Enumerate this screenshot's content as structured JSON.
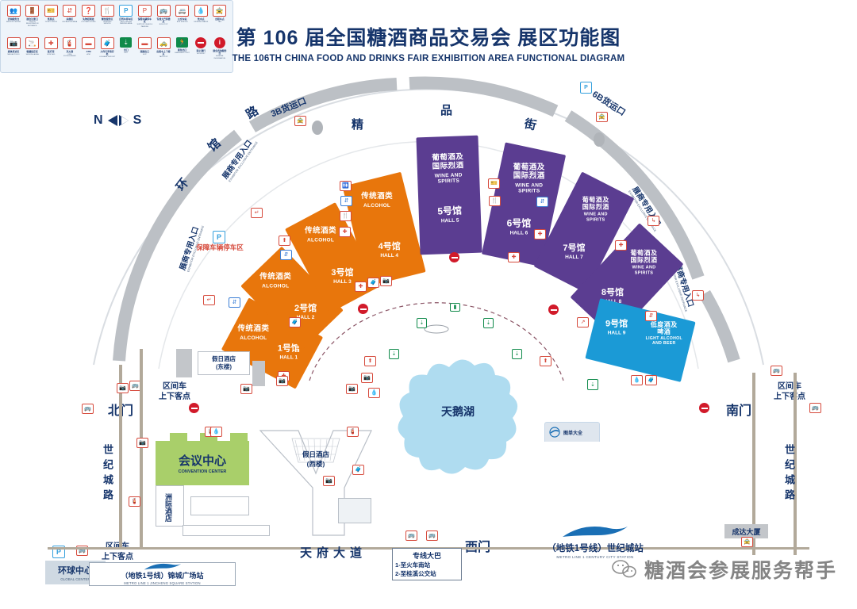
{
  "title": {
    "cn": "第 106 届全国糖酒商品交易会  展区功能图",
    "en": "THE 106TH CHINA FOOD AND DRINKS FAIR  EXHIBITION AREA FUNCTIONAL DIAGRAM"
  },
  "compass": {
    "left": "N",
    "right": "S"
  },
  "arcs": {
    "ring_road": [
      "环",
      "馆",
      "路"
    ],
    "boutique_street": [
      "精",
      "品",
      "街"
    ]
  },
  "freight": {
    "gate_3b": "3B货运口",
    "gate_6b": "6B货运口"
  },
  "entrances": [
    {
      "cn": "展商专用入口",
      "en": "EXHIBITOR EXCLUSIVE ENTRANCE"
    },
    {
      "cn": "展商专用入口",
      "en": "EXHIBITOR EXCLUSIVE ENTRANCE"
    },
    {
      "cn": "展商专用入口",
      "en": "EXHIBITOR EXCLUSIVE ENTRANCE"
    },
    {
      "cn": "展商专用入口",
      "en": "EXHIBITOR EXCLUSIVE ENTRANCE"
    }
  ],
  "parking_reserved": {
    "cn": "保障车辆停车区",
    "icon": "P"
  },
  "halls": [
    {
      "no": "1号馆",
      "no_en": "HALL 1",
      "cat_cn": "传统酒类",
      "cat_en": "ALCOHOL",
      "color": "#E8760C"
    },
    {
      "no": "2号馆",
      "no_en": "HALL 2",
      "cat_cn": "传统酒类",
      "cat_en": "ALCOHOL",
      "color": "#E8760C"
    },
    {
      "no": "3号馆",
      "no_en": "HALL 3",
      "cat_cn": "传统酒类",
      "cat_en": "ALCOHOL",
      "color": "#E8760C"
    },
    {
      "no": "4号馆",
      "no_en": "HALL 4",
      "cat_cn": "传统酒类",
      "cat_en": "ALCOHOL",
      "color": "#E8760C"
    },
    {
      "no": "5号馆",
      "no_en": "HALL 5",
      "cat_cn": "葡萄酒及\n国际烈酒",
      "cat_en": "WINE AND\nSPIRITS",
      "color": "#5B3D91"
    },
    {
      "no": "6号馆",
      "no_en": "HALL 6",
      "cat_cn": "葡萄酒及\n国际烈酒",
      "cat_en": "WINE AND\nSPIRITS",
      "color": "#5B3D91"
    },
    {
      "no": "7号馆",
      "no_en": "HALL 7",
      "cat_cn": "葡萄酒及\n国际烈酒",
      "cat_en": "WINE AND\nSPIRITS",
      "color": "#5B3D91"
    },
    {
      "no": "8号馆",
      "no_en": "HALL 8",
      "cat_cn": "葡萄酒及\n国际烈酒",
      "cat_en": "WINE AND\nSPIRITS",
      "color": "#5B3D91"
    },
    {
      "no": "9号馆",
      "no_en": "HALL 9",
      "cat_cn": "低度酒及\n啤酒",
      "cat_en": "LIGHT ALCOHOL\nAND BEER",
      "color": "#1B9AD6"
    }
  ],
  "lake": {
    "name": "天鹅湖"
  },
  "gates": {
    "north": "北门",
    "south": "南门",
    "west": "西门"
  },
  "shuttle_stops": [
    {
      "cn": "区间车\n上下客点"
    },
    {
      "cn": "区间车\n上下客点"
    },
    {
      "cn": "区间车\n上下客点"
    }
  ],
  "buildings": {
    "convention_center": {
      "cn": "会议中心",
      "en": "CONVENTION CENTER"
    },
    "intercontinental": {
      "cn": "洲际酒店"
    },
    "holiday_inn_east": {
      "cn": "假日酒店\n(东楼)"
    },
    "holiday_inn_west": {
      "cn": "假日酒店\n(西楼)"
    },
    "chengda": {
      "cn": "成达大厦"
    },
    "global_center": {
      "cn": "环球中心",
      "en": "GLOBAL CENTER"
    }
  },
  "roads": {
    "tianfu_avenue": "天府大道",
    "century_city_road_left": "世纪城路",
    "century_city_road_right": "世纪城路"
  },
  "metro": [
    {
      "cn": "（地铁1号线）锦城广场站",
      "en": "METRO LINE 1  JINCHENG SQUARE STATION"
    },
    {
      "cn": "（地铁1号线）世纪城站",
      "en": "METRO LINE 1  CENTURY CITY STATION"
    }
  ],
  "shuttle_bus_box": {
    "title": "专线大巴",
    "lines": [
      "1-至火车南站",
      "2-至桂溪公交站"
    ]
  },
  "legend": {
    "header": {
      "cn": "图单大全",
      "icon": "swoosh-icon"
    },
    "row1": [
      {
        "icon": "info-desk-icon",
        "cn": "咨询服务台",
        "en": "SERVICE CENTER"
      },
      {
        "icon": "registration-icon",
        "cn": "展会注册口",
        "en": "VISITOR REGISTRATION ENTRANCE"
      },
      {
        "icon": "ticket-icon",
        "cn": "售票点",
        "en": "TICKET OFFICE"
      },
      {
        "icon": "escalator-icon",
        "cn": "扶梯区",
        "en": "ESCALATOR AREA"
      },
      {
        "icon": "lost-found-icon",
        "cn": "失物招领处",
        "en": "LOST AND FOUND"
      },
      {
        "icon": "restaurant-icon",
        "cn": "餐饮服务区",
        "en": "CATERING SERVICE"
      },
      {
        "icon": "parking-blue-icon",
        "cn": "自驾车停车区",
        "en": "SELF-DRIVING PARKING AREA"
      },
      {
        "icon": "parking-red-icon",
        "cn": "保障车辆停车区",
        "en": "SUPPORT VEHICLE PARKING"
      },
      {
        "icon": "coach-icon",
        "cn": "专线大巴停靠点",
        "en": "BUS STOP"
      },
      {
        "icon": "shuttle-icon",
        "cn": "公交车站",
        "en": "BUS STATION"
      },
      {
        "icon": "water-icon",
        "cn": "饮水点",
        "en": "DRINKING WATER"
      },
      {
        "icon": "taxi-icon",
        "cn": "出租车点",
        "en": "TAXI"
      }
    ],
    "row2": [
      {
        "icon": "media-icon",
        "cn": "媒体采访区",
        "en": "MEDIA STUDIO"
      },
      {
        "icon": "smoking-icon",
        "cn": "吸烟指定区",
        "en": "SMOKING AREA"
      },
      {
        "icon": "firstaid-icon",
        "cn": "医疗室",
        "en": "FIRST AID"
      },
      {
        "icon": "fire-extinguisher-icon",
        "cn": "灭火器",
        "en": "FIRE EXTINGUISHER"
      },
      {
        "icon": "atm-icon",
        "cn": "ATM",
        "en": "ATM"
      },
      {
        "icon": "luggage-icon",
        "cn": "大件行李寄存处",
        "en": "LUGGAGE DEPOSIT"
      },
      {
        "icon": "exit-green-icon",
        "cn": "出口",
        "en": "EXIT"
      },
      {
        "icon": "wifi-icon",
        "cn": "观展出口",
        "en": "EXIT"
      },
      {
        "icon": "pickup-icon",
        "cn": "出租车上下客点",
        "en": "TAXI STOP"
      },
      {
        "icon": "emergency-exit-icon",
        "cn": "紧急出口",
        "en": "EMERGENCY EXIT"
      },
      {
        "icon": "no-entry-icon",
        "cn": "禁止通行",
        "en": "NO ENTRY"
      },
      {
        "icon": "information-icon",
        "cn": "展会咨询服务台",
        "en": "GENERAL INFORMATION"
      }
    ]
  },
  "watermark": {
    "text": "糖酒会参展服务帮手",
    "icon": "wechat-icon"
  },
  "colors": {
    "alcohol_orange": "#E8760C",
    "wine_purple": "#5B3D91",
    "beer_blue": "#1B9AD6",
    "lake_blue": "#AFDCF0",
    "green_building": "#A9CF6A",
    "navy_text": "#16356B",
    "red_icon": "#D64A3C"
  }
}
